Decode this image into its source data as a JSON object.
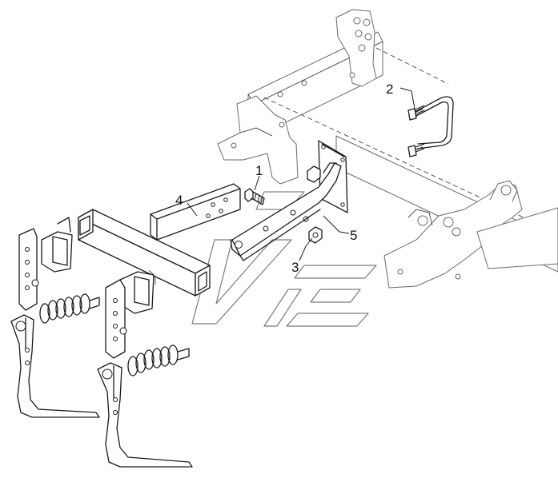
{
  "diagram": {
    "type": "exploded-parts-drawing",
    "callouts": [
      {
        "id": "part-1",
        "label": "1"
      },
      {
        "id": "part-2",
        "label": "2"
      },
      {
        "id": "part-3",
        "label": "3"
      },
      {
        "id": "part-4",
        "label": "4"
      },
      {
        "id": "part-5",
        "label": "5"
      }
    ],
    "colors": {
      "line": "#1a1a1a",
      "background": "#ffffff",
      "ghost_line": "#6a6a6a"
    }
  }
}
